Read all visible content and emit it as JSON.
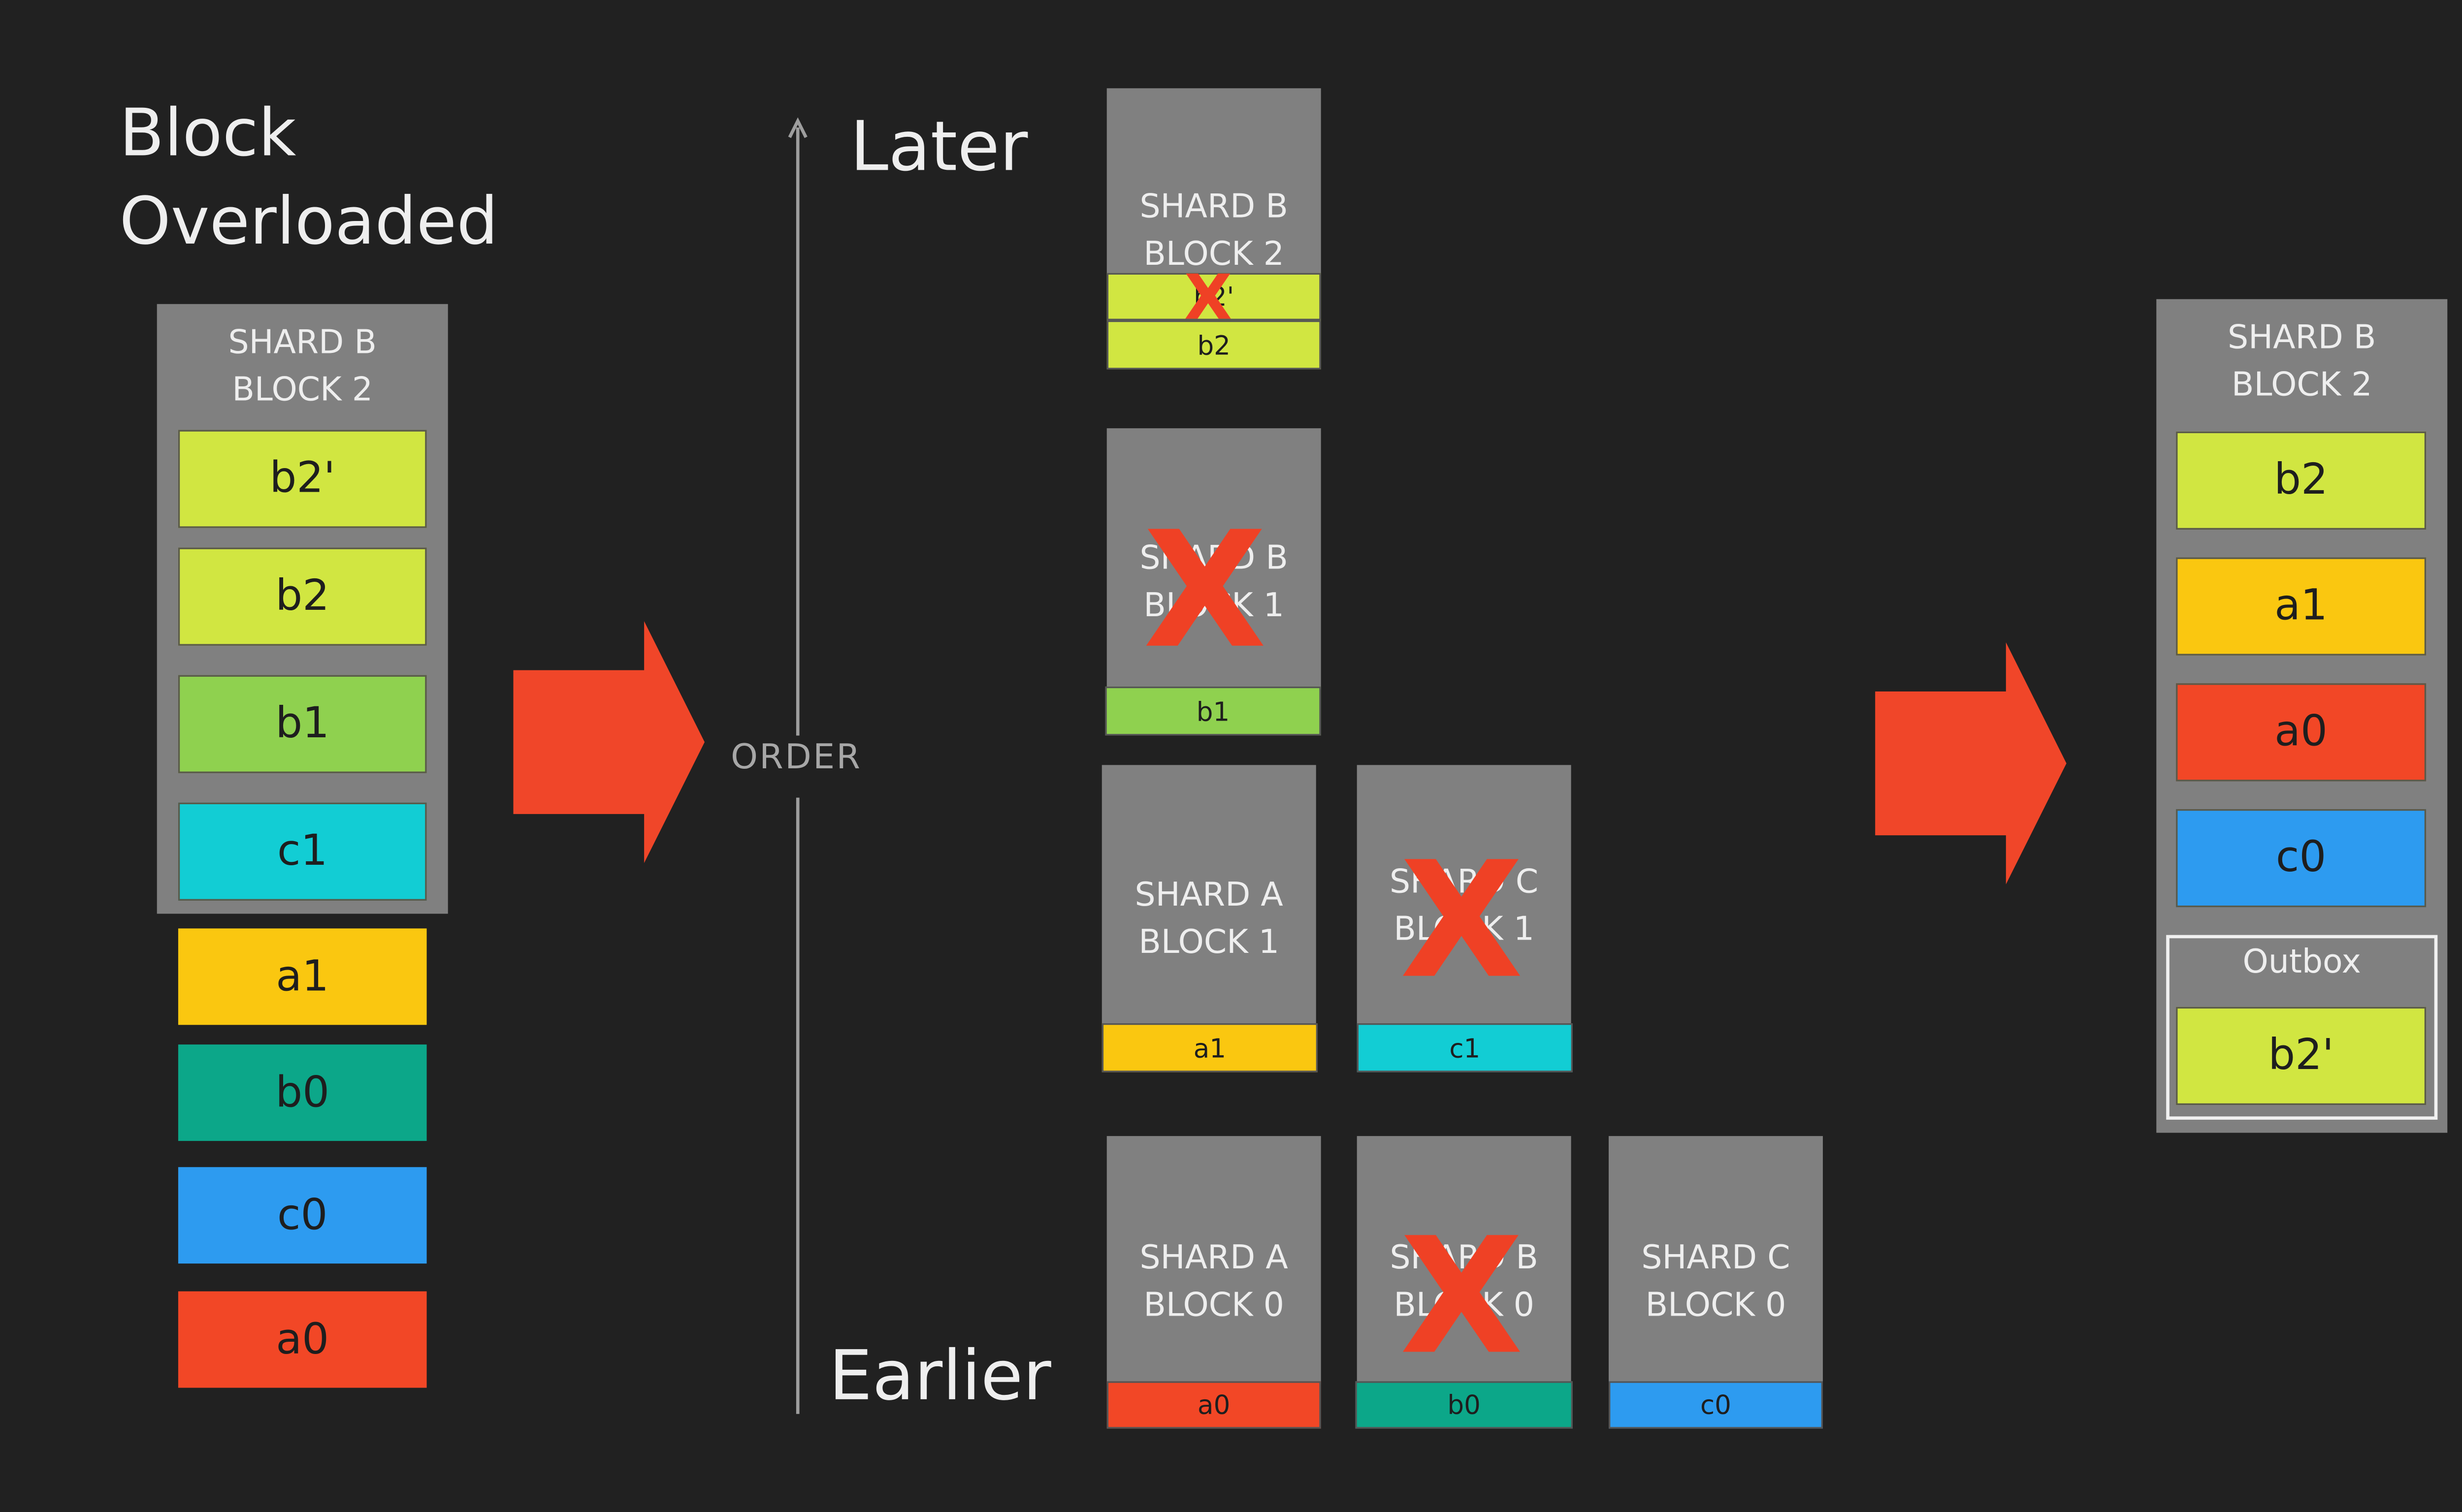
{
  "title": "Block Overloaded",
  "colors": {
    "background": "#212121",
    "panel": "#808080",
    "b2_prime": "#d1e641",
    "b2": "#d1e641",
    "b1": "#8fd14f",
    "c1": "#12cdd4",
    "a1": "#fac710",
    "b0": "#0ca789",
    "c0": "#2d9bf0",
    "a0": "#f24726",
    "arrow": "#f04629",
    "x_mark": "#ef4125"
  },
  "left_block": {
    "label": "SHARD B\nBLOCK 2",
    "inside": [
      "b2'",
      "b2",
      "b1",
      "c1"
    ],
    "below": [
      "a1",
      "b0",
      "c0",
      "a0"
    ]
  },
  "order": {
    "later": "Later",
    "earlier": "Earlier",
    "axis_label": "ORDER"
  },
  "grid": {
    "shard_b_block_2": {
      "label": "SHARD B\nBLOCK 2",
      "txs": [
        "b2'",
        "b2"
      ]
    },
    "shard_b_block_1": {
      "label": "SHARD B\nBLOCK 1",
      "txs": [
        "b1"
      ]
    },
    "shard_a_block_1": {
      "label": "SHARD A\nBLOCK 1",
      "txs": [
        "a1"
      ]
    },
    "shard_c_block_1": {
      "label": "SHARD C\nBLOCK 1",
      "txs": [
        "c1"
      ]
    },
    "shard_a_block_0": {
      "label": "SHARD A\nBLOCK 0",
      "txs": [
        "a0"
      ]
    },
    "shard_b_block_0": {
      "label": "SHARD B\nBLOCK 0",
      "txs": [
        "b0"
      ]
    },
    "shard_c_block_0": {
      "label": "SHARD C\nBLOCK 0",
      "txs": [
        "c0"
      ]
    },
    "x_mark": "X"
  },
  "right_block": {
    "label": "SHARD B\nBLOCK 2",
    "txs": [
      "b2",
      "a1",
      "a0",
      "c0"
    ],
    "outbox": {
      "label": "Outbox",
      "txs": [
        "b2'"
      ]
    }
  }
}
